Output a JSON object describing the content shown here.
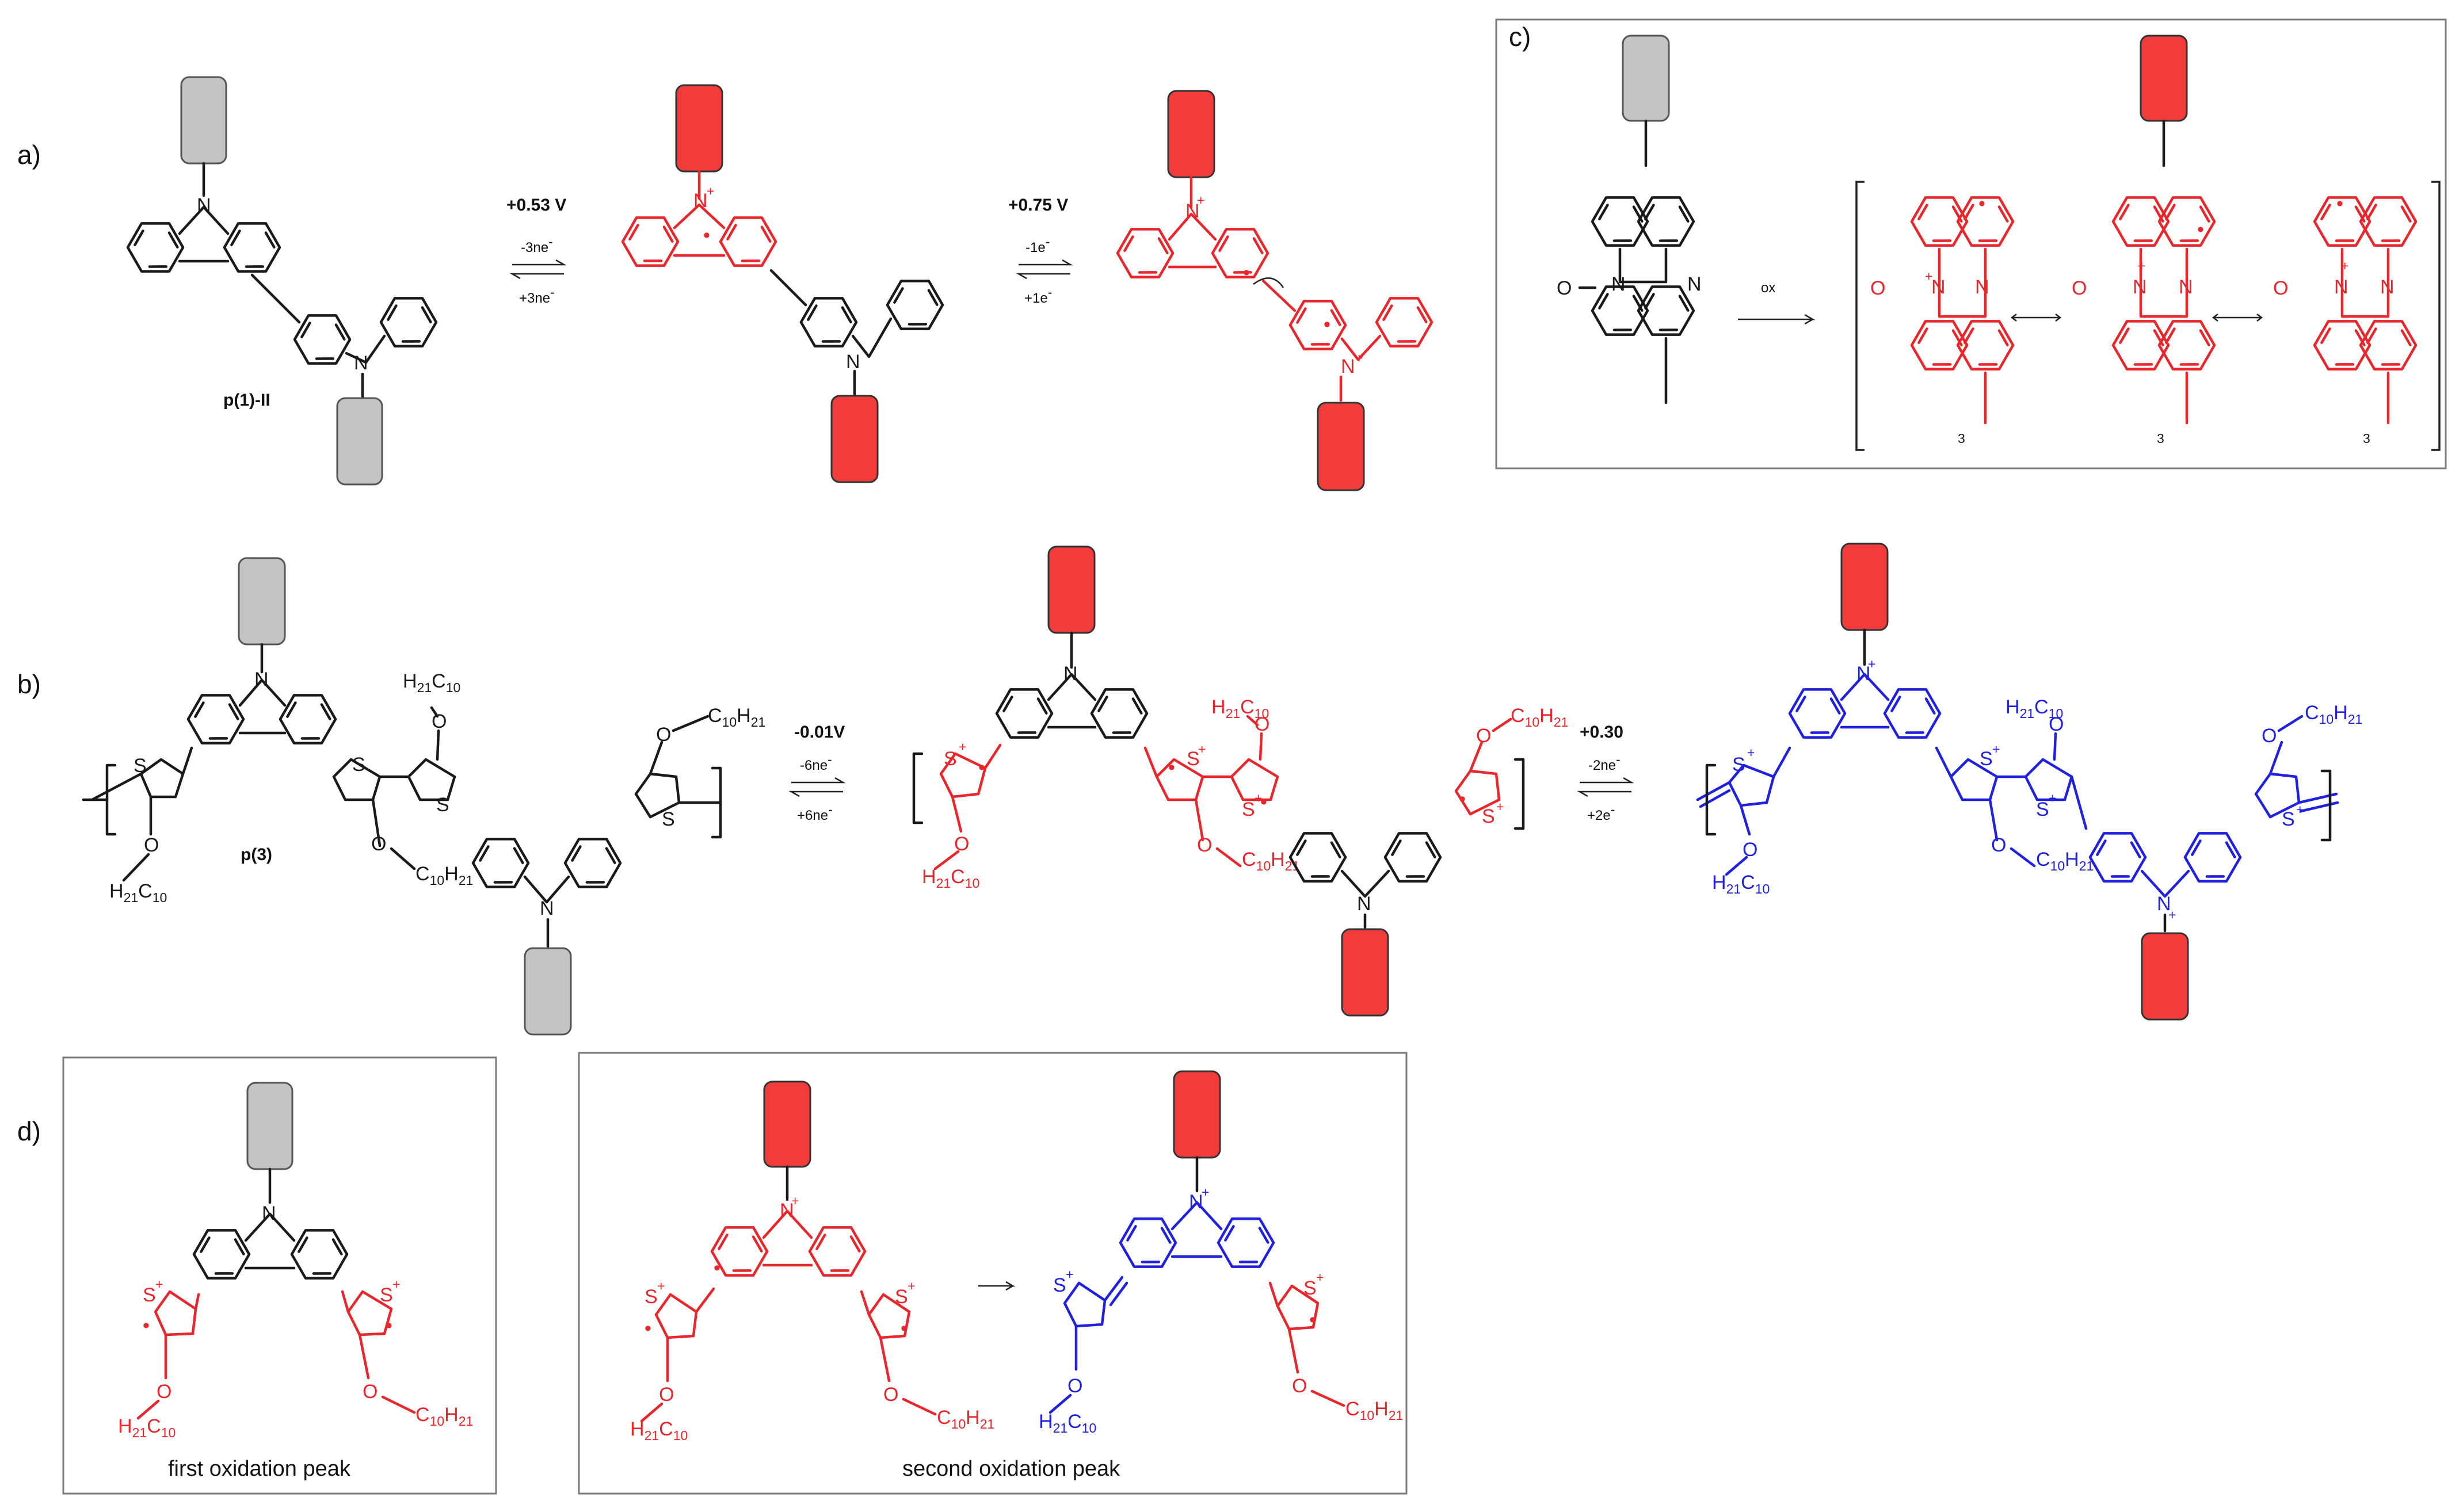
{
  "panels": {
    "a": "a)",
    "b": "b)",
    "c": "c)",
    "d": "d)"
  },
  "compounds": {
    "p1": "p(1)-II",
    "p3": "p(3)"
  },
  "potentials": {
    "a1": "+0.53 V",
    "a2": "+0.75 V",
    "b1": "-0.01V",
    "b2": "+0.30"
  },
  "electron_steps": {
    "a1_fwd": "-3ne",
    "a1_back": "+3ne",
    "a2_fwd": "-1e",
    "a2_back": "+1e",
    "b1_fwd": "-6ne",
    "b1_back": "+6ne",
    "b2_fwd": "-2ne",
    "b2_back": "+2e"
  },
  "reaction_c": {
    "label": "ox",
    "repeat_subscript": "3"
  },
  "captions": {
    "first": "first oxidation peak",
    "second": "second oxidation peak"
  },
  "atoms": {
    "N": "N",
    "O": "O",
    "S": "S",
    "plus": "+",
    "dot": "•",
    "minus": "-"
  },
  "substituent": {
    "H21C10": {
      "h": "H",
      "h_sub": "21",
      "c": "C",
      "c_sub": "10"
    },
    "C10H21": {
      "c": "C",
      "c_sub": "10",
      "h": "H",
      "h_sub": "21"
    }
  },
  "colors": {
    "neutral": "#1a1a1a",
    "radical_cation": "#e8262b",
    "dication": "#2020e0",
    "neutral_polymer": "#c4c4c4",
    "oxidized_polymer": "#f23c3c"
  }
}
